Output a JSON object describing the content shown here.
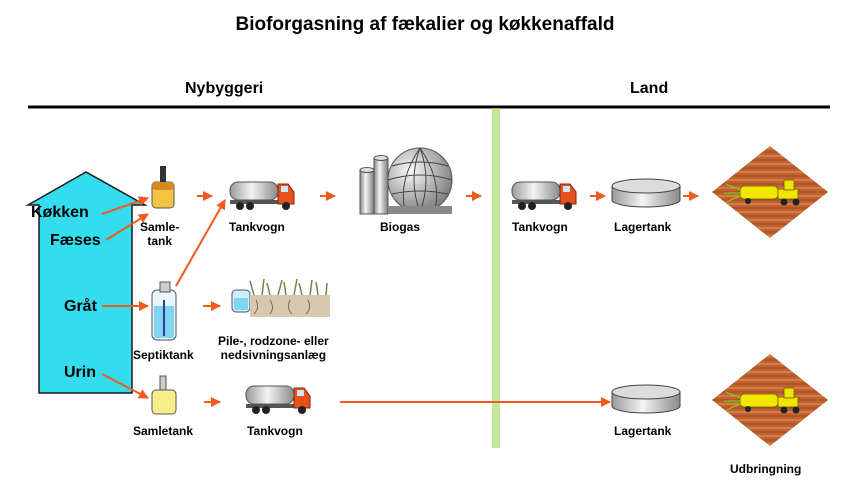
{
  "title": "Bioforgasning af fækalier og køkkenaffald",
  "sections": {
    "left": "Nybyggeri",
    "right": "Land"
  },
  "sources": {
    "kitchen": "Køkken",
    "feces": "Fæses",
    "greywater": "Gråt",
    "urine": "Urin"
  },
  "labels": {
    "collection_tank_top": "Samle-\ntank",
    "tanker_top": "Tankvogn",
    "biogas": "Biogas",
    "tanker_land": "Tankvogn",
    "storage_tank_top": "Lagertank",
    "septic_tank": "Septiktank",
    "infiltration": "Pile-, rodzone- eller\nnedsivningsanlæg",
    "collection_tank_bottom": "Samletank",
    "tanker_bottom": "Tankvogn",
    "storage_tank_bottom": "Lagertank",
    "spreading": "Udbringning"
  },
  "colors": {
    "arrow": "#f05a1e",
    "house_fill": "#33ddee",
    "field_fill": "#c0622f",
    "tractor": "#f2e600",
    "divider": "#a8dc6c"
  },
  "icons": [
    "house-arrow",
    "collection-tank",
    "septic-tank",
    "tanker-truck",
    "biogas-plant",
    "storage-tank",
    "reed-bed",
    "tractor-field"
  ]
}
